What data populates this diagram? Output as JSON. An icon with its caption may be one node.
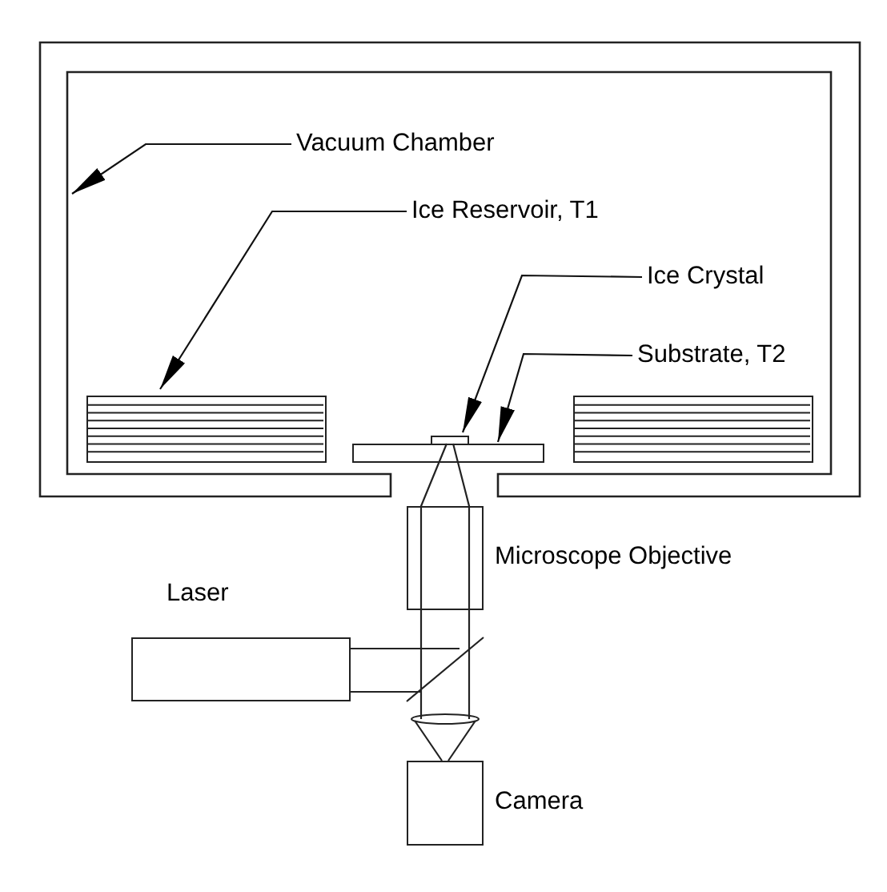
{
  "diagram": {
    "nodes": [
      {
        "text": [],
        "shape": "box"
      },
      {
        "text": [
          "Vacuum Chamber"
        ],
        "in": 0
      },
      {
        "text": [
          "Ice Reservoir, T1"
        ],
        "in": 0
      },
      {
        "text": [],
        "shape": "box",
        "in": 0
      },
      {
        "text": [],
        "shape": "box",
        "in": 0
      },
      {
        "text": [
          "Ice Crystal"
        ],
        "in": 0
      },
      {
        "text": [],
        "shape": "box",
        "in": 0
      },
      {
        "text": [
          "Substrate, T2"
        ],
        "in": 0
      },
      {
        "text": [],
        "shape": "box",
        "in": 0
      },
      {
        "text": [
          "Microscope Objective"
        ]
      },
      {
        "text": [
          "Laser"
        ]
      },
      {
        "text": [
          "Camera"
        ]
      }
    ],
    "edges": [
      {
        "from": 1,
        "to": 0,
        "arrow": "to"
      },
      {
        "from": 2,
        "to": 3,
        "arrow": "to"
      },
      {
        "from": 5,
        "to": 6,
        "arrow": "to"
      },
      {
        "from": 7,
        "to": 8,
        "arrow": "to"
      }
    ]
  }
}
